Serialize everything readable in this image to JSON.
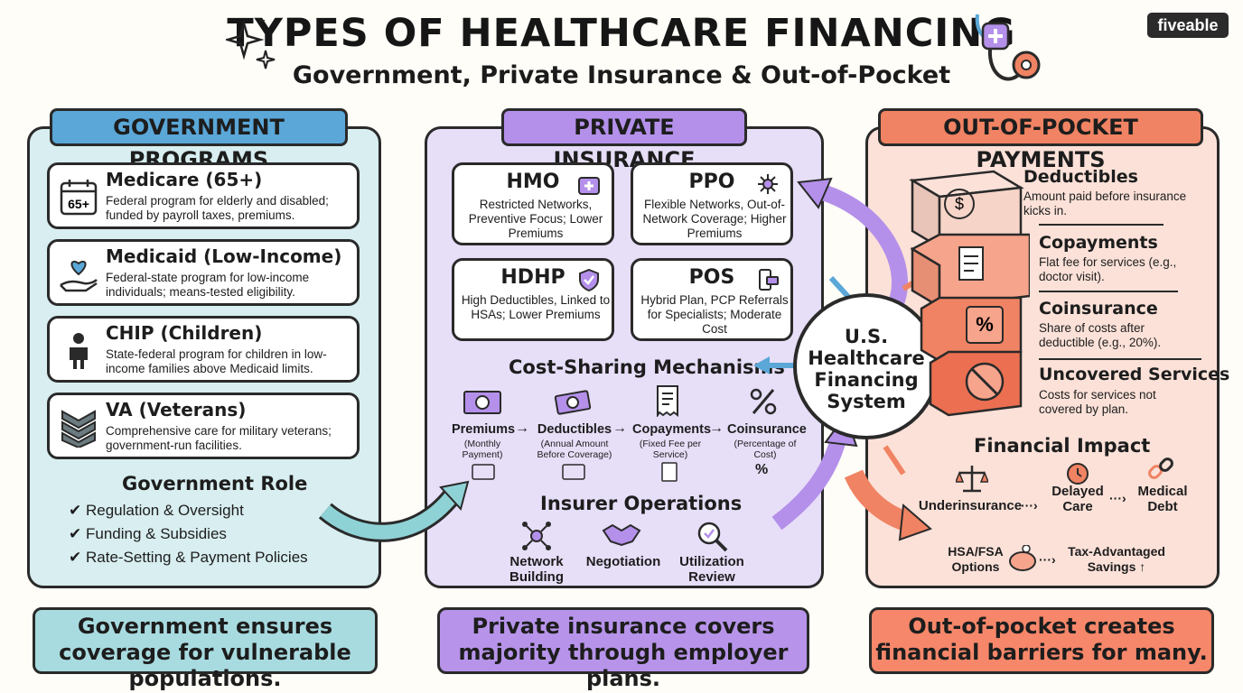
{
  "header": {
    "title": "TYPES OF HEALTHCARE FINANCING",
    "subtitle": "Government, Private Insurance & Out-of-Pocket",
    "brand": "fiveable"
  },
  "government": {
    "tab": "GOVERNMENT PROGRAMS",
    "programs": [
      {
        "title": "Medicare (65+)",
        "desc": "Federal program for elderly and disabled; funded by payroll taxes, premiums.",
        "icon": "calendar-65-icon",
        "icon_text": "65+"
      },
      {
        "title": "Medicaid (Low-Income)",
        "desc": "Federal-state program for low-income individuals; means-tested eligibility.",
        "icon": "heart-hand-icon"
      },
      {
        "title": "CHIP (Children)",
        "desc": "State-federal program for children in low-income families above Medicaid limits.",
        "icon": "child-icon"
      },
      {
        "title": "VA (Veterans)",
        "desc": "Comprehensive care for military veterans; government-run facilities.",
        "icon": "chevron-rank-icon"
      }
    ],
    "role_heading": "Government Role",
    "roles": [
      "Regulation & Oversight",
      "Funding & Subsidies",
      "Rate-Setting & Payment Policies"
    ],
    "footer": "Government ensures coverage for vulnerable populations."
  },
  "private": {
    "tab": "PRIVATE INSURANCE",
    "plans": [
      {
        "title": "HMO",
        "desc": "Restricted Networks, Preventive Focus; Lower Premiums",
        "icon": "medical-kit-icon"
      },
      {
        "title": "PPO",
        "desc": "Flexible Networks, Out-of-Network Coverage; Higher Premiums",
        "icon": "network-icon"
      },
      {
        "title": "HDHP",
        "desc": "High Deductibles, Linked to HSAs; Lower Premiums",
        "icon": "shield-check-icon"
      },
      {
        "title": "POS",
        "desc": "Hybrid Plan, PCP Referrals for Specialists; Moderate Cost",
        "icon": "phone-card-icon"
      }
    ],
    "cost_heading": "Cost-Sharing Mechanisms",
    "steps": [
      {
        "name": "Premiums",
        "sub": "(Monthly Payment)"
      },
      {
        "name": "Deductibles",
        "sub": "(Annual Amount Before Coverage)"
      },
      {
        "name": "Copayments",
        "sub": "(Fixed Fee per Service)"
      },
      {
        "name": "Coinsurance",
        "sub": "(Percentage of Cost)"
      }
    ],
    "ops_heading": "Insurer Operations",
    "operations": [
      "Network Building",
      "Negotiation",
      "Utilization Review"
    ],
    "footer": "Private insurance covers majority through employer plans."
  },
  "center": {
    "lines": [
      "U.S.",
      "Healthcare",
      "Financing",
      "System"
    ]
  },
  "oop": {
    "tab": "OUT-OF-POCKET PAYMENTS",
    "items": [
      {
        "title": "Deductibles",
        "desc": "Amount paid before insurance kicks in."
      },
      {
        "title": "Copayments",
        "desc": "Flat fee for services (e.g., doctor visit)."
      },
      {
        "title": "Coinsurance",
        "desc": "Share of costs after deductible (e.g., 20%)."
      },
      {
        "title": "Uncovered Services",
        "desc": "Costs for services not covered by plan."
      }
    ],
    "impact_heading": "Financial Impact",
    "impact": [
      "Underinsurance",
      "Delayed Care",
      "Medical Debt"
    ],
    "savings": [
      "HSA/FSA Options",
      "Tax-Advantaged Savings ↑"
    ],
    "footer": "Out-of-pocket creates financial barriers for many."
  },
  "colors": {
    "gov_bg": "#d8eef0",
    "gov_accent": "#5aa7d8",
    "pri_bg": "#e7def8",
    "pri_accent": "#b490ea",
    "oop_bg": "#fbe1d8",
    "oop_accent": "#f08363"
  }
}
